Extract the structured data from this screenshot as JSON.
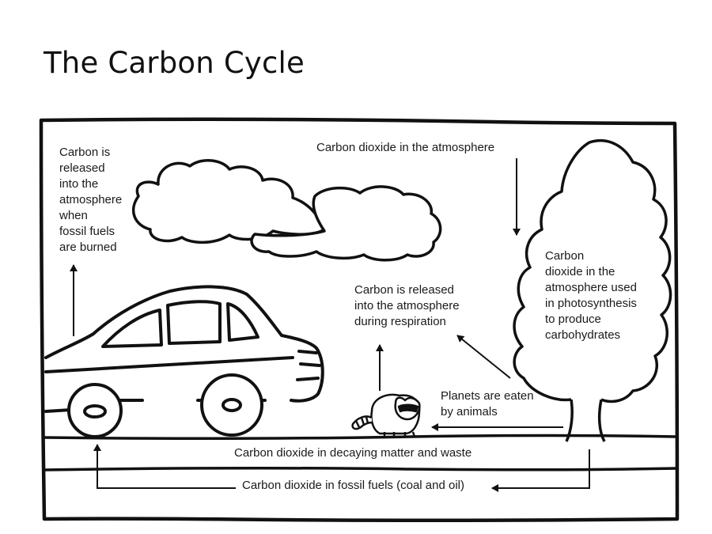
{
  "title": "The Carbon Cycle",
  "labels": {
    "fossil_burn": "Carbon is\nreleased\ninto the\natmosphere\nwhen\nfossil fuels\nare burned",
    "atmosphere": "Carbon dioxide in the atmosphere",
    "photosynthesis": "Carbon\ndioxide in the\natmosphere used\nin photosynthesis\nto produce\ncarbohydrates",
    "respiration": "Carbon is released\ninto the atmosphere\nduring respiration",
    "eaten": "Planets are eaten\nby animals",
    "decaying": "Carbon dioxide in decaying matter and waste",
    "fossil_fuels": "Carbon dioxide in fossil fuels (coal and oil)"
  },
  "icons": {
    "car": "car-icon",
    "tree": "tree-icon",
    "raccoon": "raccoon-icon",
    "clouds": "cloud-icon"
  },
  "colors": {
    "ink": "#111111",
    "background": "#ffffff"
  }
}
